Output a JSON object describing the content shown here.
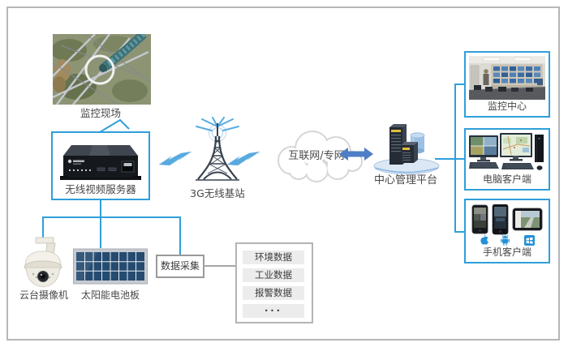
{
  "colors": {
    "accent_blue": "#2f9fda",
    "line_gray": "#a6a6a6",
    "arrow_blue": "#4e7ec6",
    "bolt_blue": "#58a9de",
    "text": "#474747"
  },
  "nodes": {
    "site_photo": {
      "label": "监控现场"
    },
    "video_server": {
      "label": "无线视频服务器"
    },
    "base_station": {
      "label": "3G无线基站"
    },
    "cloud": {
      "label": "互联网/专网"
    },
    "platform": {
      "label": "中心管理平台"
    },
    "monitor_center": {
      "label": "监控中心"
    },
    "pc_client": {
      "label": "电脑客户端"
    },
    "mobile_client": {
      "label": "手机客户端"
    },
    "ptz_camera": {
      "label": "云台摄像机"
    },
    "solar_panel": {
      "label": "太阳能电池板"
    },
    "data_collect": {
      "label": "数据采集"
    },
    "data_items": [
      "环境数据",
      "工业数据",
      "报警数据",
      "···"
    ]
  }
}
